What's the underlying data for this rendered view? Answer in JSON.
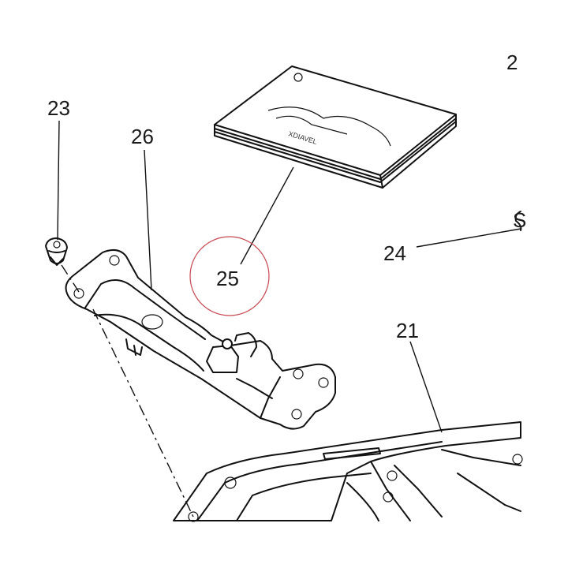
{
  "callouts": {
    "c23": "23",
    "c26": "26",
    "c25": "25",
    "c24": "24",
    "c21": "21",
    "c2_partial": "2",
    "cS_partial": "S"
  },
  "booklet": {
    "cover_text": "XDIAVEL"
  },
  "colors": {
    "highlight_circle": "#c8464f",
    "ink": "#111111"
  }
}
